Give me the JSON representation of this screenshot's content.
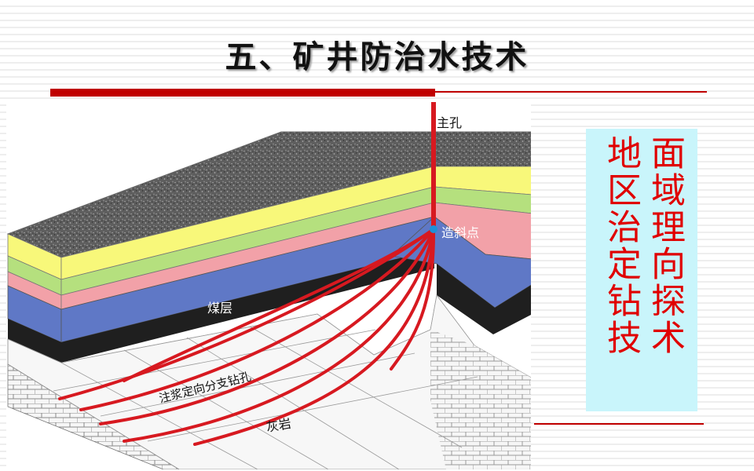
{
  "title": "五、矿井防治水技术",
  "diagram": {
    "labels": {
      "main_hole": "主孔",
      "deflection_point": "造斜点",
      "coal_seam": "煤层",
      "grout_branch_holes": "注浆定向分支钻孔",
      "limestone": "灰岩"
    },
    "colors": {
      "surface": "#5e5e5e",
      "layer_yellow": "#f8f87a",
      "layer_green": "#b5e07e",
      "layer_pink": "#f2a1a8",
      "coal_blue": "#5f78c6",
      "black_layer": "#1f1f1f",
      "limestone": "#f4f4f4",
      "drill_red": "#d71920"
    }
  },
  "side_box": {
    "column_1": "地区治定钻技",
    "column_2": "面域理向探术",
    "background": "#c9f5fb",
    "text_color": "#e00000"
  },
  "colors": {
    "accent_red": "#c00000"
  }
}
